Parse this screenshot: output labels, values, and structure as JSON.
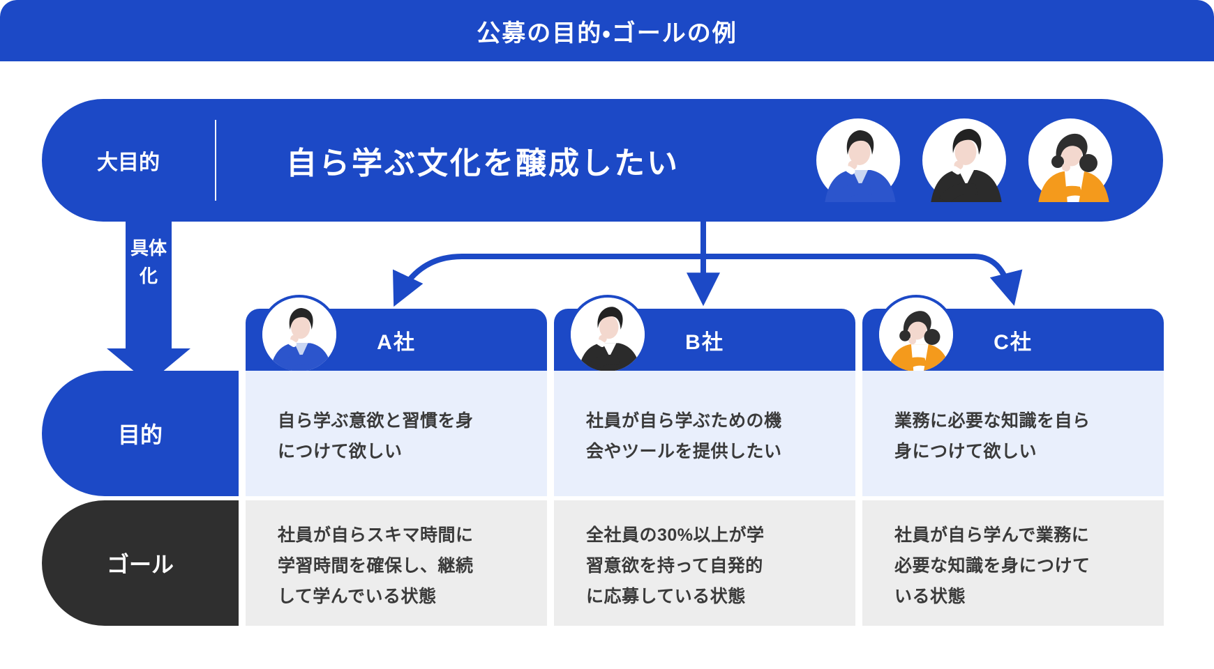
{
  "title": "公募の目的・ゴールの例",
  "colors": {
    "primary_blue": "#1C49C6",
    "light_blue_cell": "#E9EFFC",
    "gray_cell": "#EDEDED",
    "dark_label": "#2F2F2F",
    "orange_accent": "#F49A1C"
  },
  "main_goal": {
    "label": "大目的",
    "text": "自ら学ぶ文化を醸成したい"
  },
  "concretize_arrow": {
    "label": "具体化"
  },
  "row_labels": {
    "purpose": "目的",
    "goal": "ゴール"
  },
  "companies": [
    {
      "name": "A社",
      "avatar": "man-blue-suit",
      "purpose": "自ら学ぶ意欲と習慣を身\nにつけて欲しい",
      "goal": "社員が自らスキマ時間に\n学習時間を確保し、継続\nして学んでいる状態"
    },
    {
      "name": "B社",
      "avatar": "man-black-sweater",
      "purpose": "社員が自ら学ぶための機\n会やツールを提供したい",
      "goal": "全社員の30%以上が学\n習意欲を持って自発的\nに応募している状態"
    },
    {
      "name": "C社",
      "avatar": "woman-orange-cardigan",
      "purpose": "業務に必要な知識を自ら\n身につけて欲しい",
      "goal": "社員が自ら学んで業務に\n必要な知識を身につけて\nいる状態"
    }
  ]
}
